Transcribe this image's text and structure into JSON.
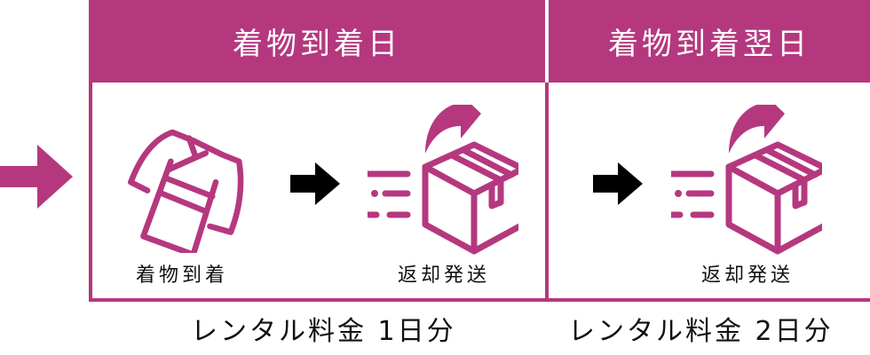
{
  "accent_color": "#b5387f",
  "columns": [
    {
      "header": "着物到着日",
      "steps": [
        {
          "label": "着物到着",
          "icon": "kimono-icon"
        },
        {
          "label": "返却発送",
          "icon": "shipping-box-icon"
        }
      ],
      "fee": "レンタル料金 1日分"
    },
    {
      "header": "着物到着翌日",
      "steps": [
        {
          "label": "返却発送",
          "icon": "shipping-box-icon"
        }
      ],
      "fee": "レンタル料金 2日分"
    }
  ]
}
